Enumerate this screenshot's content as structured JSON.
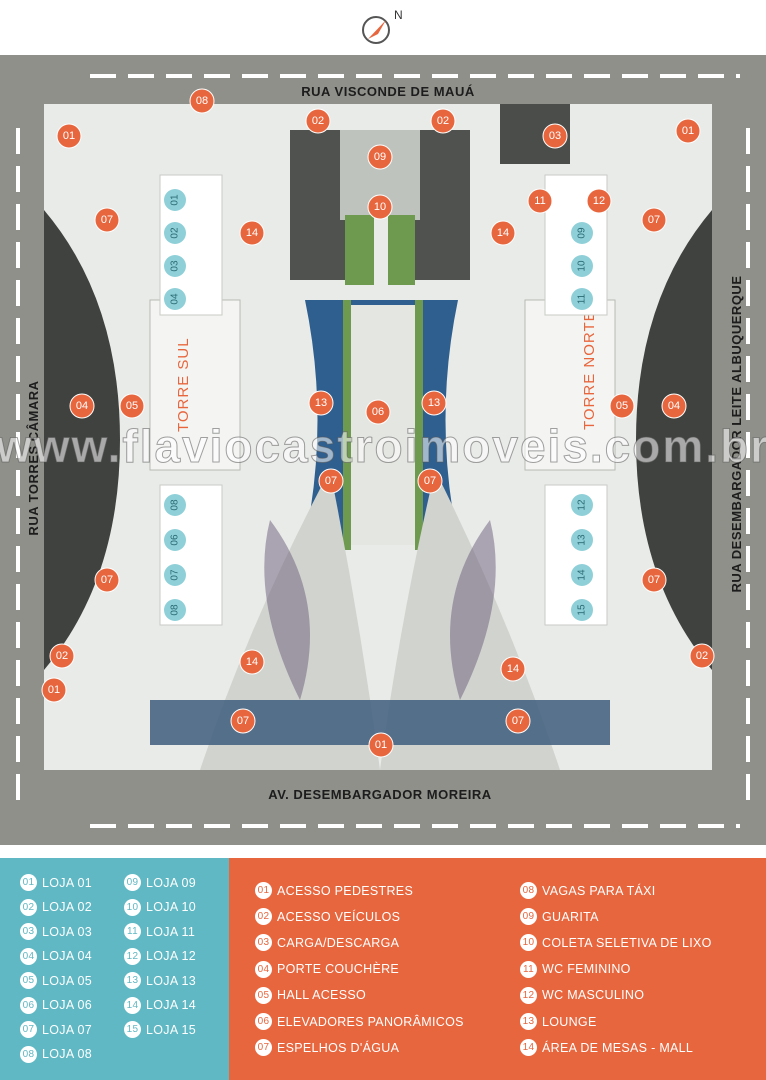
{
  "north": {
    "label": "N"
  },
  "streets": {
    "top": "RUA VISCONDE DE MAUÁ",
    "bottom": "AV. DESEMBARGADOR MOREIRA",
    "left": "RUA TORRES CÂMARA",
    "right": "RUA DESEMBARGADOR LEITE ALBUQUERQUE"
  },
  "towers": {
    "south": "TORRE SUL",
    "north": "TORRE NORTE"
  },
  "watermark": "www.flaviocastroimoveis.com.br",
  "colors": {
    "orange": "#e8663e",
    "teal": "#5fb8c3",
    "road": "#8e9089",
    "plaza": "#e9ebe8"
  },
  "store_numbers": {
    "left": [
      "01",
      "02",
      "03",
      "04",
      "08",
      "06",
      "07",
      "08"
    ],
    "right": [
      "09",
      "10",
      "11",
      "12",
      "13",
      "14",
      "15"
    ]
  },
  "markers": {
    "m01": "01",
    "m02": "02",
    "m03": "03",
    "m04": "04",
    "m05": "05",
    "m06": "06",
    "m07": "07",
    "m08": "08",
    "m09": "09",
    "m10": "10",
    "m11": "11",
    "m12": "12",
    "m13": "13",
    "m14": "14"
  },
  "legend_lojas": [
    {
      "num": "01",
      "label": "LOJA 01"
    },
    {
      "num": "02",
      "label": "LOJA 02"
    },
    {
      "num": "03",
      "label": "LOJA 03"
    },
    {
      "num": "04",
      "label": "LOJA 04"
    },
    {
      "num": "05",
      "label": "LOJA 05"
    },
    {
      "num": "06",
      "label": "LOJA 06"
    },
    {
      "num": "07",
      "label": "LOJA 07"
    },
    {
      "num": "08",
      "label": "LOJA 08"
    },
    {
      "num": "09",
      "label": "LOJA 09"
    },
    {
      "num": "10",
      "label": "LOJA 10"
    },
    {
      "num": "11",
      "label": "LOJA 11"
    },
    {
      "num": "12",
      "label": "LOJA 12"
    },
    {
      "num": "13",
      "label": "LOJA 13"
    },
    {
      "num": "14",
      "label": "LOJA 14"
    },
    {
      "num": "15",
      "label": "LOJA 15"
    }
  ],
  "legend_areas": [
    {
      "num": "01",
      "label": "ACESSO PEDESTRES"
    },
    {
      "num": "02",
      "label": "ACESSO VEÍCULOS"
    },
    {
      "num": "03",
      "label": "CARGA/DESCARGA"
    },
    {
      "num": "04",
      "label": "PORTE COUCHÈRE"
    },
    {
      "num": "05",
      "label": "HALL ACESSO"
    },
    {
      "num": "06",
      "label": "ELEVADORES PANORÂMICOS"
    },
    {
      "num": "07",
      "label": "ESPELHOS D'ÁGUA"
    },
    {
      "num": "08",
      "label": "VAGAS PARA TÁXI"
    },
    {
      "num": "09",
      "label": "GUARITA"
    },
    {
      "num": "10",
      "label": "COLETA SELETIVA DE LIXO"
    },
    {
      "num": "11",
      "label": "WC FEMININO"
    },
    {
      "num": "12",
      "label": "WC MASCULINO"
    },
    {
      "num": "13",
      "label": "LOUNGE"
    },
    {
      "num": "14",
      "label": "ÁREA DE MESAS - MALL"
    }
  ]
}
